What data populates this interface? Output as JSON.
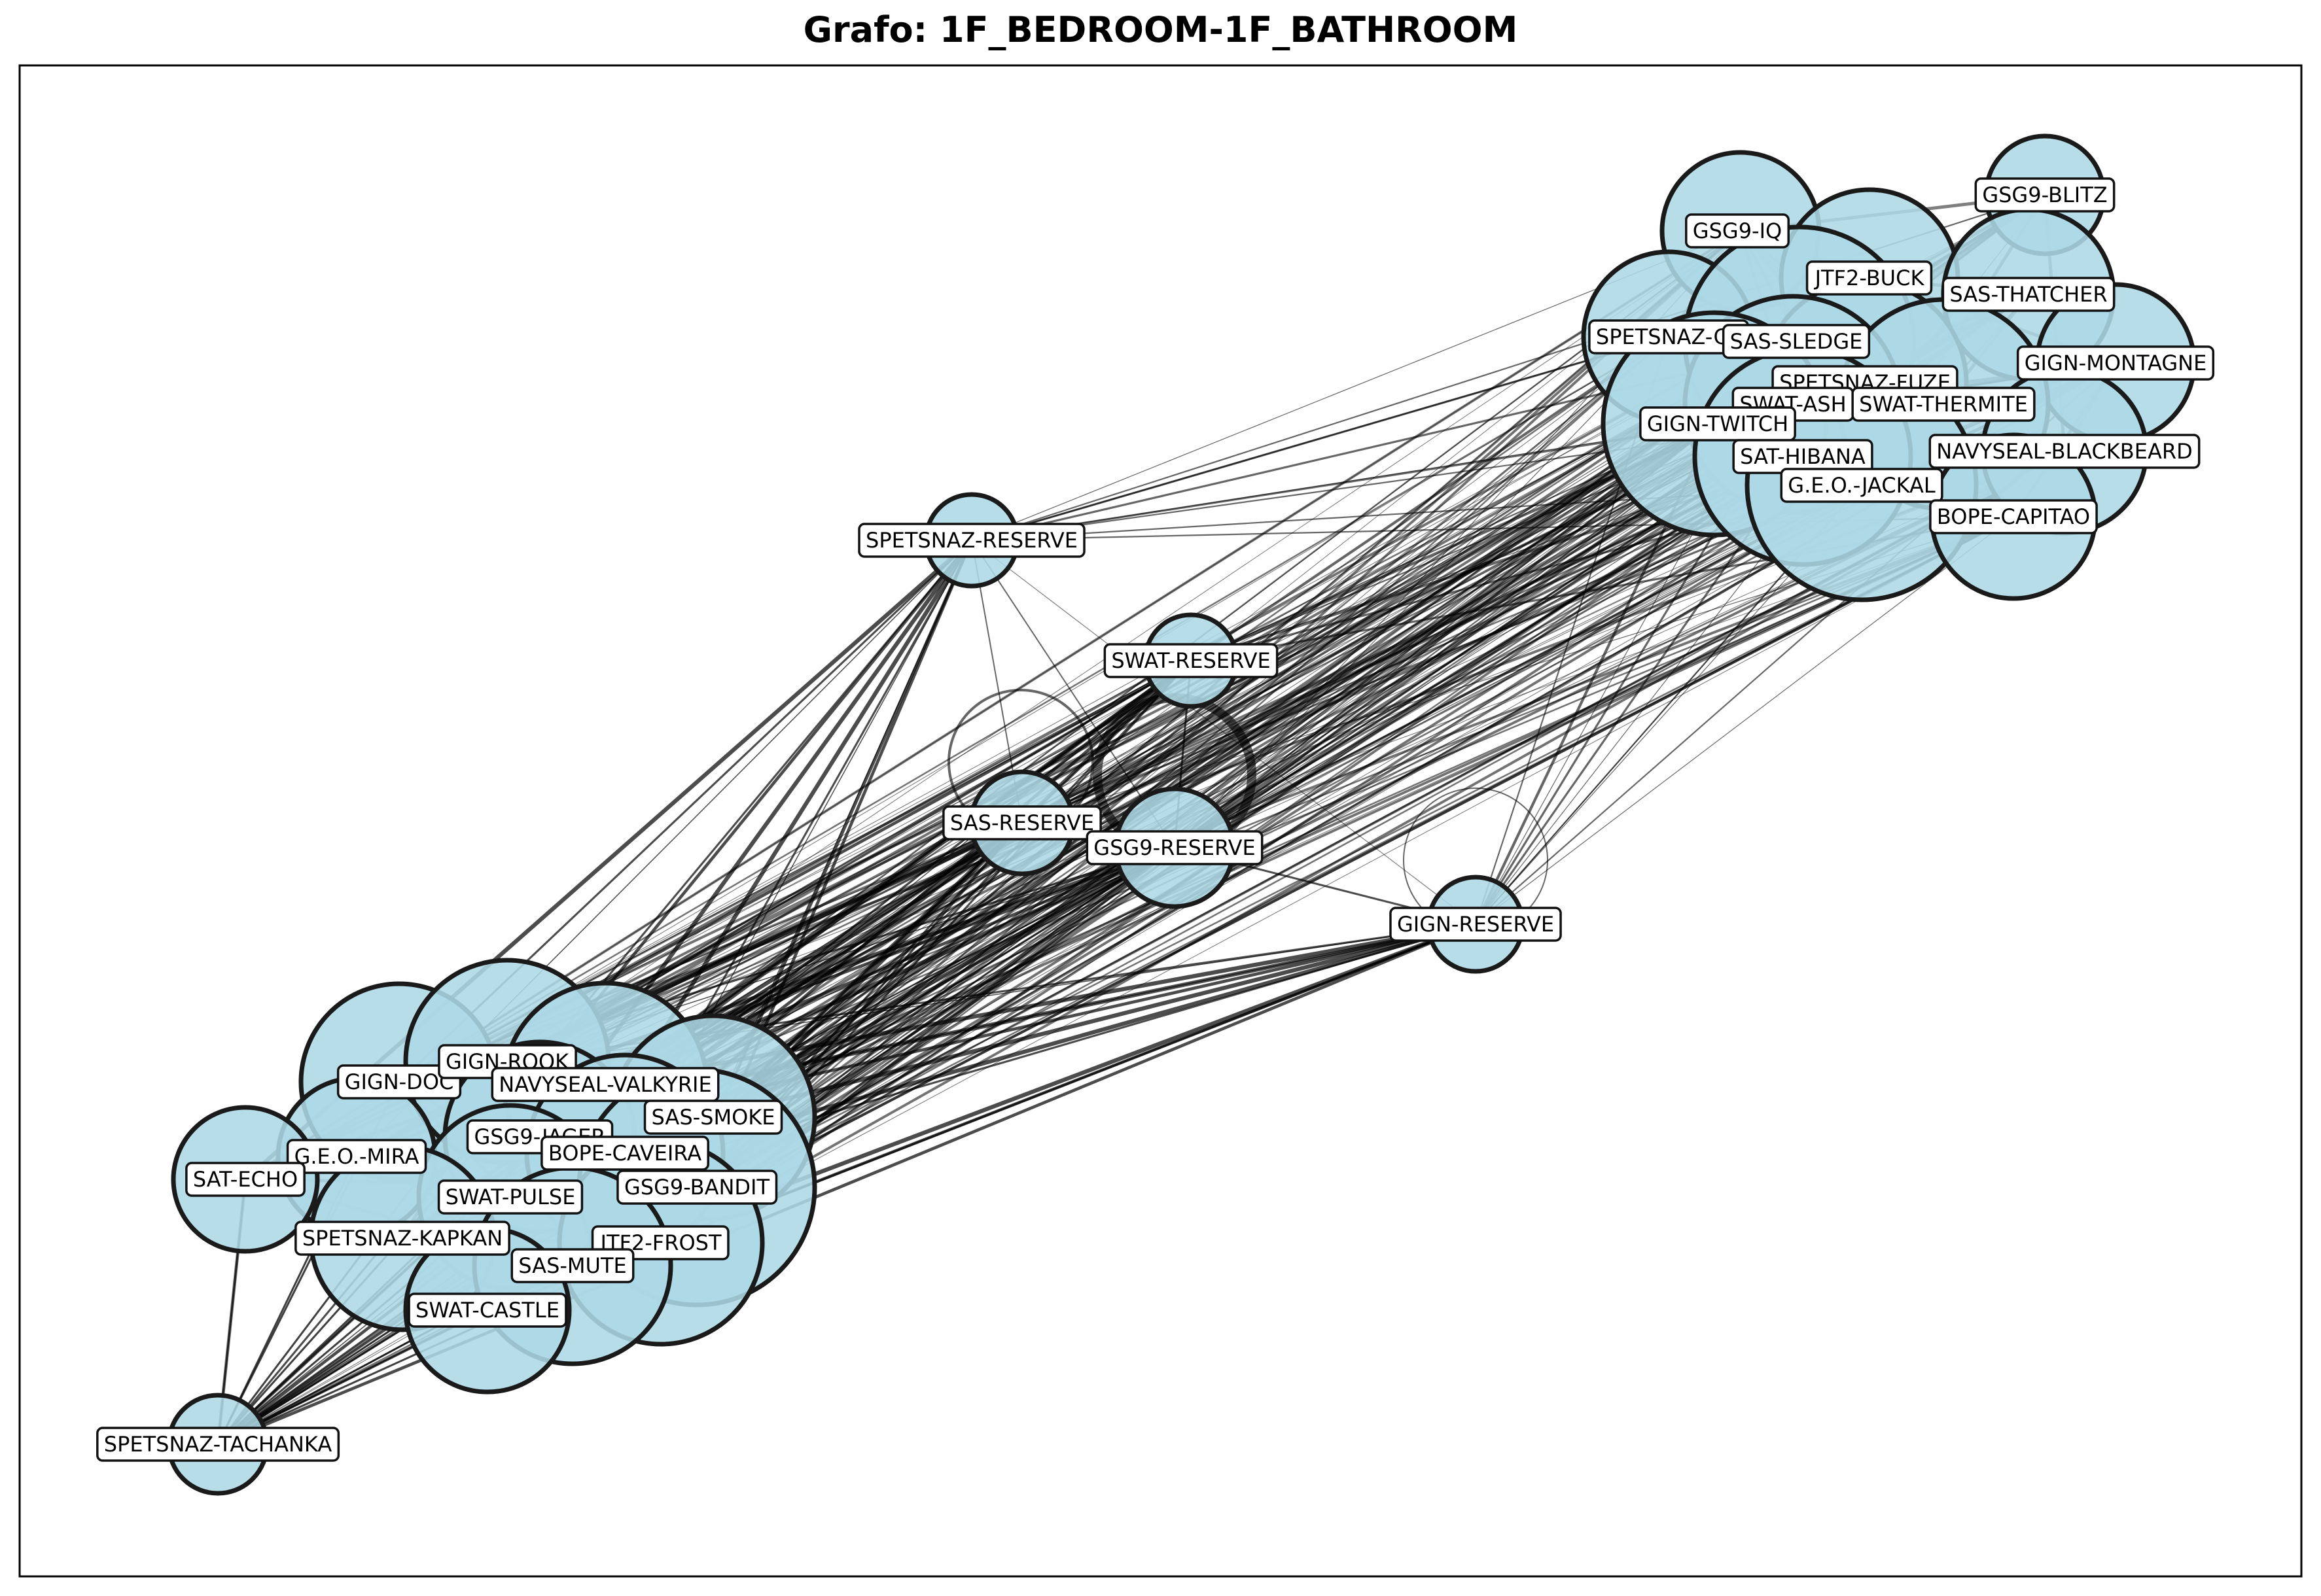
{
  "title": "Grafo: 1F_BEDROOM-1F_BATHROOM",
  "colors": {
    "node_fill": "#add8e6",
    "node_stroke": "#1a1a1a",
    "edge": "#000000",
    "label_box": "#ffffff",
    "frame": "#000000"
  },
  "chart_data": {
    "type": "network",
    "nodes": [
      {
        "id": "GSG9-BLITZ",
        "label": "GSG9-BLITZ"
      },
      {
        "id": "GSG9-IQ",
        "label": "GSG9-IQ"
      },
      {
        "id": "JTF2-BUCK",
        "label": "JTF2-BUCK"
      },
      {
        "id": "SAS-THATCHER",
        "label": "SAS-THATCHER"
      },
      {
        "id": "SPETSNAZ-GLAZ",
        "label": "SPETSNAZ-GL"
      },
      {
        "id": "SAS-SLEDGE",
        "label": "SAS-SLEDGE"
      },
      {
        "id": "GIGN-MONTAGNE",
        "label": "GIGN-MONTAGNE"
      },
      {
        "id": "SPETSNAZ-FUZE",
        "label": "SPETSNAZ-FUZE"
      },
      {
        "id": "SWAT-ASH",
        "label": "SWAT-ASH"
      },
      {
        "id": "SWAT-THERMITE",
        "label": "SWAT-THERMITE"
      },
      {
        "id": "GIGN-TWITCH",
        "label": "GIGN-TWITCH"
      },
      {
        "id": "NAVYSEAL-BLACKBEARD",
        "label": "NAVYSEAL-BLACKBEARD"
      },
      {
        "id": "SAT-HIBANA",
        "label": "SAT-HIBANA"
      },
      {
        "id": "G.E.O.-JACKAL",
        "label": "G.E.O.-JACKAL"
      },
      {
        "id": "BOPE-CAPITAO",
        "label": "BOPE-CAPITAO"
      },
      {
        "id": "SPETSNAZ-RESERVE",
        "label": "SPETSNAZ-RESERVE"
      },
      {
        "id": "SWAT-RESERVE",
        "label": "SWAT-RESERVE"
      },
      {
        "id": "SAS-RESERVE",
        "label": "SAS-RESERVE"
      },
      {
        "id": "GSG9-RESERVE",
        "label": "GSG9-RESERVE"
      },
      {
        "id": "GIGN-RESERVE",
        "label": "GIGN-RESERVE"
      },
      {
        "id": "GIGN-DOC",
        "label": "GIGN-DOC"
      },
      {
        "id": "GIGN-ROOK",
        "label": "GIGN-ROOK"
      },
      {
        "id": "NAVYSEAL-VALKYRIE",
        "label": "NAVYSEAL-VALKYRIE"
      },
      {
        "id": "SAS-SMOKE",
        "label": "SAS-SMOKE"
      },
      {
        "id": "GSG9-JAGER",
        "label": "GSG9-JAGER"
      },
      {
        "id": "BOPE-CAVEIRA",
        "label": "BOPE-CAVEIRA"
      },
      {
        "id": "G.E.O.-MIRA",
        "label": "G.E.O.-MIRA"
      },
      {
        "id": "SAT-ECHO",
        "label": "SAT-ECHO"
      },
      {
        "id": "SWAT-PULSE",
        "label": "SWAT-PULSE"
      },
      {
        "id": "GSG9-BANDIT",
        "label": "GSG9-BANDIT"
      },
      {
        "id": "SPETSNAZ-KAPKAN",
        "label": "SPETSNAZ-KAPKAN"
      },
      {
        "id": "JTF2-FROST",
        "label": "JTF2-FROST"
      },
      {
        "id": "SAS-MUTE",
        "label": "SAS-MUTE"
      },
      {
        "id": "SWAT-CASTLE",
        "label": "SWAT-CASTLE"
      },
      {
        "id": "SPETSNAZ-TACHANKA",
        "label": "SPETSNAZ-TACHANKA"
      }
    ],
    "self_loops": [
      "SAS-RESERVE",
      "GSG9-RESERVE",
      "GIGN-RESERVE"
    ]
  }
}
